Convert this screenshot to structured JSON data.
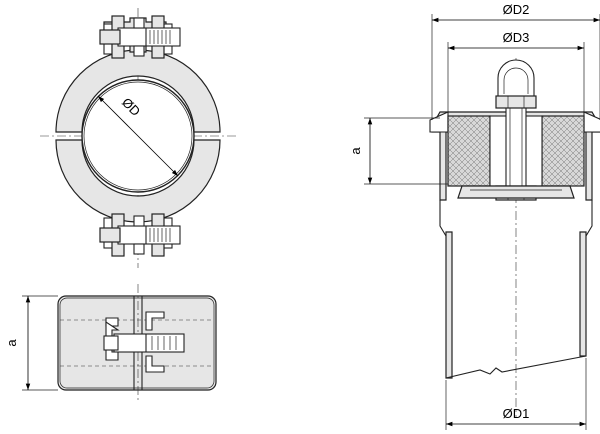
{
  "labels": {
    "diameter_d": "ØD",
    "diameter_d1": "ØD1",
    "diameter_d2": "ØD2",
    "diameter_d3": "ØD3",
    "height_a_side": "a",
    "height_a_section": "a"
  }
}
